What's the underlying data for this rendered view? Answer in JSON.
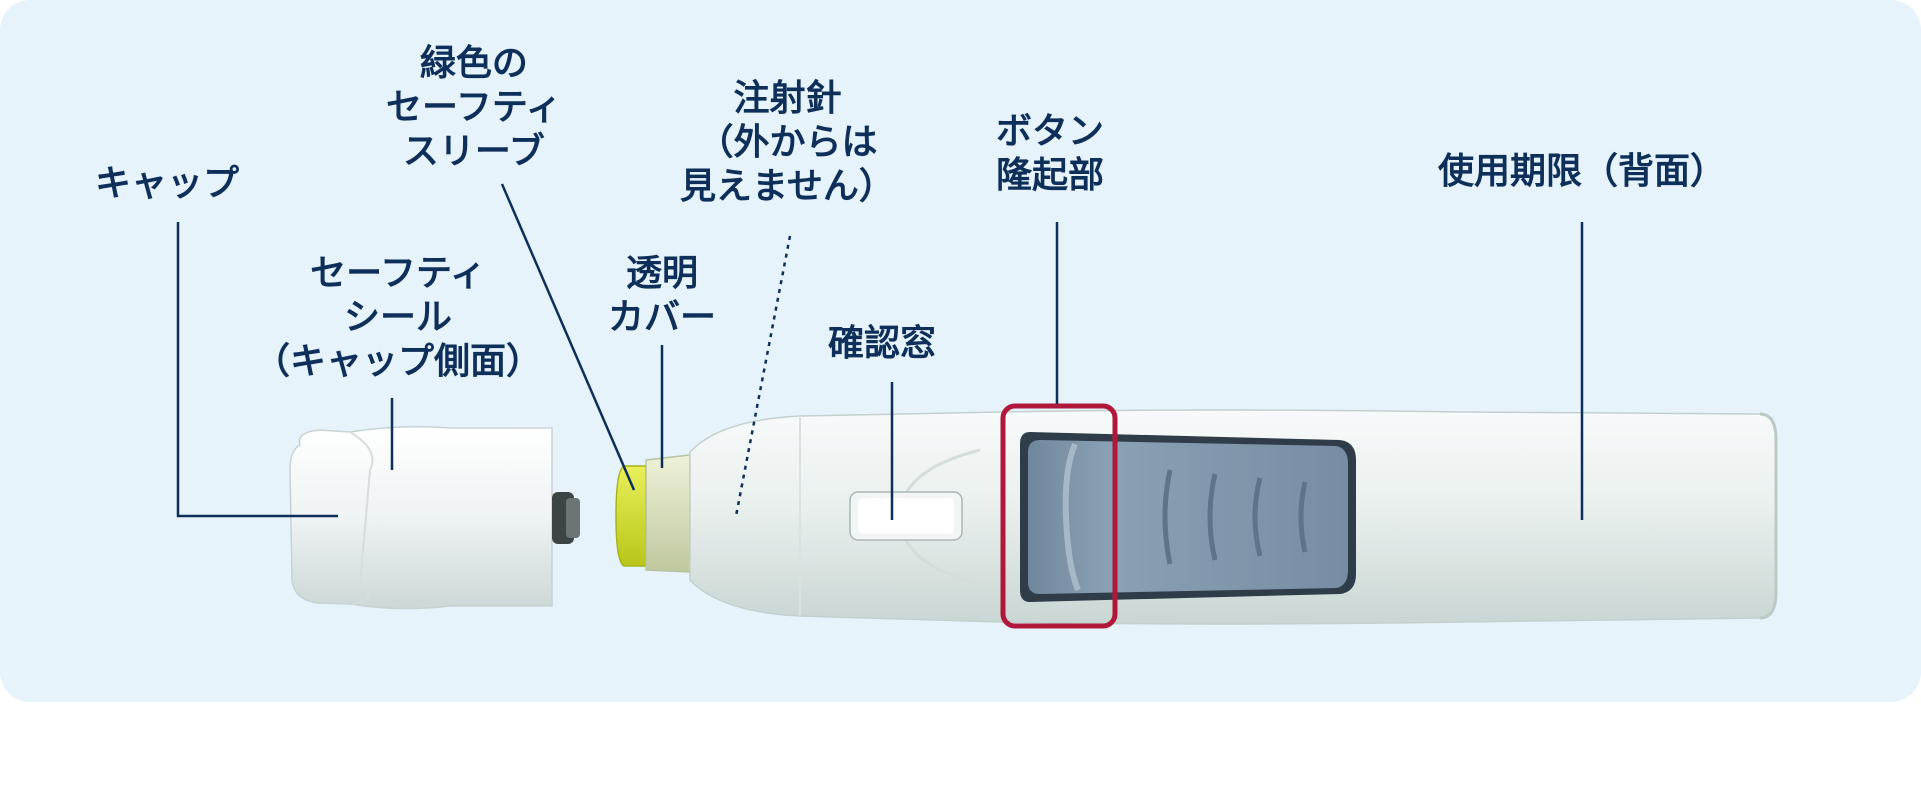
{
  "labels": {
    "cap": [
      "キャップ"
    ],
    "safety_seal": [
      "セーフティ",
      "シール",
      "（キャップ側面）"
    ],
    "green_sleeve": [
      "緑色の",
      "セーフティ",
      "スリーブ"
    ],
    "clear_cover": [
      "透明",
      "カバー"
    ],
    "needle": [
      "注射針",
      "（外からは",
      "見えません）"
    ],
    "window": [
      "確認窓"
    ],
    "button": [
      "ボタン",
      "隆起部"
    ],
    "expiry": [
      "使用期限（背面）"
    ]
  },
  "colors": {
    "background": "#e6f3fb",
    "label_text": "#0e2f5a",
    "leader_line": "#0e2f5a",
    "body": "#e8f0ee",
    "button": "#7d93a8",
    "sleeve": "#d4e22a",
    "highlight": "#b0173a"
  }
}
